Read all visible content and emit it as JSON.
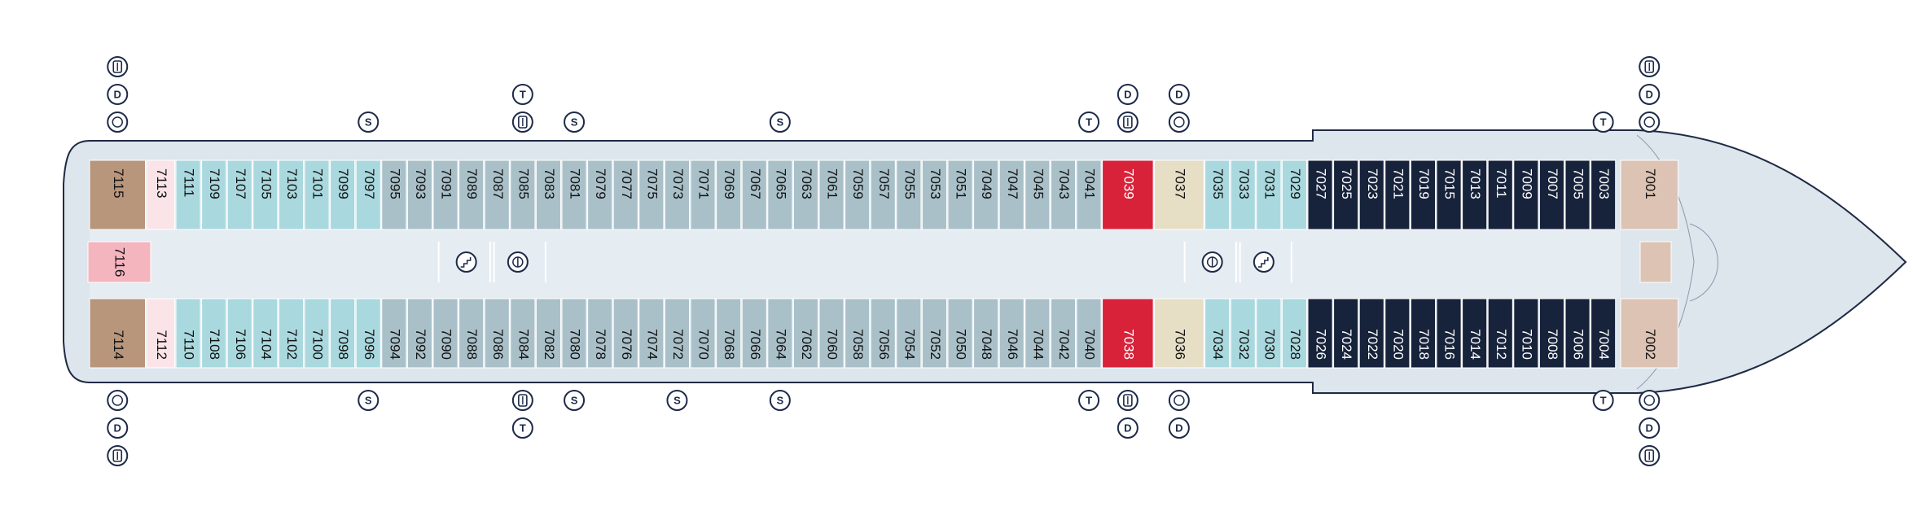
{
  "colors": {
    "hull": "#dde6ed",
    "hull_outline": "#1f2a44",
    "corridor": "#e5ecf2",
    "cabin_light_blue": "#a9d9df",
    "cabin_grey_blue": "#a9c0c9",
    "cabin_navy": "#17223b",
    "cabin_red": "#d8223a",
    "cabin_sand": "#e6dfc6",
    "suite_brown": "#b8967c",
    "suite_beige": "#dcc3b3",
    "cabin_pink": "#f4b5bf",
    "cabin_pale_pink": "#fbe4e8",
    "symbol_ink": "#1d2a48"
  },
  "cabins": {
    "top": [
      {
        "num": "7115",
        "cat": "suite_brown"
      },
      {
        "num": "7113",
        "cat": "cabin_pale_pink"
      },
      {
        "num": "7111",
        "cat": "cabin_light_blue"
      },
      {
        "num": "7109",
        "cat": "cabin_light_blue"
      },
      {
        "num": "7107",
        "cat": "cabin_light_blue"
      },
      {
        "num": "7105",
        "cat": "cabin_light_blue"
      },
      {
        "num": "7103",
        "cat": "cabin_light_blue"
      },
      {
        "num": "7101",
        "cat": "cabin_light_blue"
      },
      {
        "num": "7099",
        "cat": "cabin_light_blue"
      },
      {
        "num": "7097",
        "cat": "cabin_light_blue"
      },
      {
        "num": "7095",
        "cat": "cabin_grey_blue"
      },
      {
        "num": "7093",
        "cat": "cabin_grey_blue"
      },
      {
        "num": "7091",
        "cat": "cabin_grey_blue"
      },
      {
        "num": "7089",
        "cat": "cabin_grey_blue"
      },
      {
        "num": "7087",
        "cat": "cabin_grey_blue"
      },
      {
        "num": "7085",
        "cat": "cabin_grey_blue"
      },
      {
        "num": "7083",
        "cat": "cabin_grey_blue"
      },
      {
        "num": "7081",
        "cat": "cabin_grey_blue"
      },
      {
        "num": "7079",
        "cat": "cabin_grey_blue"
      },
      {
        "num": "7077",
        "cat": "cabin_grey_blue"
      },
      {
        "num": "7075",
        "cat": "cabin_grey_blue"
      },
      {
        "num": "7073",
        "cat": "cabin_grey_blue"
      },
      {
        "num": "7071",
        "cat": "cabin_grey_blue"
      },
      {
        "num": "7069",
        "cat": "cabin_grey_blue"
      },
      {
        "num": "7067",
        "cat": "cabin_grey_blue"
      },
      {
        "num": "7065",
        "cat": "cabin_grey_blue"
      },
      {
        "num": "7063",
        "cat": "cabin_grey_blue"
      },
      {
        "num": "7061",
        "cat": "cabin_grey_blue"
      },
      {
        "num": "7059",
        "cat": "cabin_grey_blue"
      },
      {
        "num": "7057",
        "cat": "cabin_grey_blue"
      },
      {
        "num": "7055",
        "cat": "cabin_grey_blue"
      },
      {
        "num": "7053",
        "cat": "cabin_grey_blue"
      },
      {
        "num": "7051",
        "cat": "cabin_grey_blue"
      },
      {
        "num": "7049",
        "cat": "cabin_grey_blue"
      },
      {
        "num": "7047",
        "cat": "cabin_grey_blue"
      },
      {
        "num": "7045",
        "cat": "cabin_grey_blue"
      },
      {
        "num": "7043",
        "cat": "cabin_grey_blue"
      },
      {
        "num": "7041",
        "cat": "cabin_grey_blue"
      },
      {
        "num": "7039",
        "cat": "cabin_red"
      },
      {
        "num": "7037",
        "cat": "cabin_sand"
      },
      {
        "num": "7035",
        "cat": "cabin_light_blue"
      },
      {
        "num": "7033",
        "cat": "cabin_light_blue"
      },
      {
        "num": "7031",
        "cat": "cabin_light_blue"
      },
      {
        "num": "7029",
        "cat": "cabin_light_blue"
      },
      {
        "num": "7027",
        "cat": "cabin_navy"
      },
      {
        "num": "7025",
        "cat": "cabin_navy"
      },
      {
        "num": "7023",
        "cat": "cabin_navy"
      },
      {
        "num": "7021",
        "cat": "cabin_navy"
      },
      {
        "num": "7019",
        "cat": "cabin_navy"
      },
      {
        "num": "7015",
        "cat": "cabin_navy"
      },
      {
        "num": "7013",
        "cat": "cabin_navy"
      },
      {
        "num": "7011",
        "cat": "cabin_navy"
      },
      {
        "num": "7009",
        "cat": "cabin_navy"
      },
      {
        "num": "7007",
        "cat": "cabin_navy"
      },
      {
        "num": "7005",
        "cat": "cabin_navy"
      },
      {
        "num": "7003",
        "cat": "cabin_navy"
      },
      {
        "num": "7001",
        "cat": "suite_beige"
      }
    ],
    "bottom": [
      {
        "num": "7114",
        "cat": "suite_brown"
      },
      {
        "num": "7112",
        "cat": "cabin_pale_pink"
      },
      {
        "num": "7110",
        "cat": "cabin_light_blue"
      },
      {
        "num": "7108",
        "cat": "cabin_light_blue"
      },
      {
        "num": "7106",
        "cat": "cabin_light_blue"
      },
      {
        "num": "7104",
        "cat": "cabin_light_blue"
      },
      {
        "num": "7102",
        "cat": "cabin_light_blue"
      },
      {
        "num": "7100",
        "cat": "cabin_light_blue"
      },
      {
        "num": "7098",
        "cat": "cabin_light_blue"
      },
      {
        "num": "7096",
        "cat": "cabin_light_blue"
      },
      {
        "num": "7094",
        "cat": "cabin_grey_blue"
      },
      {
        "num": "7092",
        "cat": "cabin_grey_blue"
      },
      {
        "num": "7090",
        "cat": "cabin_grey_blue"
      },
      {
        "num": "7088",
        "cat": "cabin_grey_blue"
      },
      {
        "num": "7086",
        "cat": "cabin_grey_blue"
      },
      {
        "num": "7084",
        "cat": "cabin_grey_blue"
      },
      {
        "num": "7082",
        "cat": "cabin_grey_blue"
      },
      {
        "num": "7080",
        "cat": "cabin_grey_blue"
      },
      {
        "num": "7078",
        "cat": "cabin_grey_blue"
      },
      {
        "num": "7076",
        "cat": "cabin_grey_blue"
      },
      {
        "num": "7074",
        "cat": "cabin_grey_blue"
      },
      {
        "num": "7072",
        "cat": "cabin_grey_blue"
      },
      {
        "num": "7070",
        "cat": "cabin_grey_blue"
      },
      {
        "num": "7068",
        "cat": "cabin_grey_blue"
      },
      {
        "num": "7066",
        "cat": "cabin_grey_blue"
      },
      {
        "num": "7064",
        "cat": "cabin_grey_blue"
      },
      {
        "num": "7062",
        "cat": "cabin_grey_blue"
      },
      {
        "num": "7060",
        "cat": "cabin_grey_blue"
      },
      {
        "num": "7058",
        "cat": "cabin_grey_blue"
      },
      {
        "num": "7056",
        "cat": "cabin_grey_blue"
      },
      {
        "num": "7054",
        "cat": "cabin_grey_blue"
      },
      {
        "num": "7052",
        "cat": "cabin_grey_blue"
      },
      {
        "num": "7050",
        "cat": "cabin_grey_blue"
      },
      {
        "num": "7048",
        "cat": "cabin_grey_blue"
      },
      {
        "num": "7046",
        "cat": "cabin_grey_blue"
      },
      {
        "num": "7044",
        "cat": "cabin_grey_blue"
      },
      {
        "num": "7042",
        "cat": "cabin_grey_blue"
      },
      {
        "num": "7040",
        "cat": "cabin_grey_blue"
      },
      {
        "num": "7038",
        "cat": "cabin_red"
      },
      {
        "num": "7036",
        "cat": "cabin_sand"
      },
      {
        "num": "7034",
        "cat": "cabin_light_blue"
      },
      {
        "num": "7032",
        "cat": "cabin_light_blue"
      },
      {
        "num": "7030",
        "cat": "cabin_light_blue"
      },
      {
        "num": "7028",
        "cat": "cabin_light_blue"
      },
      {
        "num": "7026",
        "cat": "cabin_navy"
      },
      {
        "num": "7024",
        "cat": "cabin_navy"
      },
      {
        "num": "7022",
        "cat": "cabin_navy"
      },
      {
        "num": "7020",
        "cat": "cabin_navy"
      },
      {
        "num": "7018",
        "cat": "cabin_navy"
      },
      {
        "num": "7016",
        "cat": "cabin_navy"
      },
      {
        "num": "7014",
        "cat": "cabin_navy"
      },
      {
        "num": "7012",
        "cat": "cabin_navy"
      },
      {
        "num": "7010",
        "cat": "cabin_navy"
      },
      {
        "num": "7008",
        "cat": "cabin_navy"
      },
      {
        "num": "7006",
        "cat": "cabin_navy"
      },
      {
        "num": "7004",
        "cat": "cabin_navy"
      },
      {
        "num": "7002",
        "cat": "suite_beige"
      }
    ],
    "center": {
      "num": "7116",
      "cat": "cabin_pink"
    }
  },
  "symbols": {
    "top": [
      {
        "at": "7115",
        "stack": [
          "elevator-icon",
          "deck-plan-icon",
          "spa-icon"
        ]
      },
      {
        "at": "7097",
        "stack": [
          "shop-icon"
        ]
      },
      {
        "at": "7085",
        "stack": [
          "toilet-icon",
          "elevator-icon"
        ]
      },
      {
        "at": "7081",
        "stack": [
          "shop-icon"
        ]
      },
      {
        "at": "7065",
        "stack": [
          "shop-icon"
        ]
      },
      {
        "at": "7041",
        "stack": [
          "toilet-icon"
        ]
      },
      {
        "at": "7039",
        "stack": [
          "deck-plan-icon",
          "elevator-icon"
        ]
      },
      {
        "at": "7037",
        "stack": [
          "deck-plan-icon",
          "spa-icon"
        ]
      },
      {
        "at": "7003",
        "stack": [
          "toilet-icon"
        ]
      },
      {
        "at": "7001",
        "stack": [
          "elevator-icon",
          "deck-plan-icon",
          "spa-icon"
        ]
      }
    ],
    "bottom": [
      {
        "at": "7114",
        "stack": [
          "spa-icon",
          "deck-plan-icon",
          "elevator-icon"
        ]
      },
      {
        "at": "7096",
        "stack": [
          "shop-icon"
        ]
      },
      {
        "at": "7084",
        "stack": [
          "elevator-icon",
          "toilet-icon"
        ]
      },
      {
        "at": "7080",
        "stack": [
          "shop-icon"
        ]
      },
      {
        "at": "7072",
        "stack": [
          "shop-icon"
        ]
      },
      {
        "at": "7064",
        "stack": [
          "shop-icon"
        ]
      },
      {
        "at": "7040",
        "stack": [
          "toilet-icon"
        ]
      },
      {
        "at": "7038",
        "stack": [
          "elevator-icon",
          "deck-plan-icon"
        ]
      },
      {
        "at": "7036",
        "stack": [
          "spa-icon",
          "deck-plan-icon"
        ]
      },
      {
        "at": "7004",
        "stack": [
          "toilet-icon"
        ]
      },
      {
        "at": "7002",
        "stack": [
          "spa-icon",
          "deck-plan-icon",
          "elevator-icon"
        ]
      }
    ],
    "letters": {
      "toilet-icon": "T",
      "deck-plan-icon": "D",
      "shop-icon": "S"
    }
  },
  "corridor_icons": [
    {
      "icon": "stairs-icon",
      "near": "7089"
    },
    {
      "icon": "lift-lobby-icon",
      "near": "7085"
    },
    {
      "icon": "lift-lobby-icon",
      "near": "7035"
    },
    {
      "icon": "stairs-icon",
      "near": "7031"
    }
  ]
}
